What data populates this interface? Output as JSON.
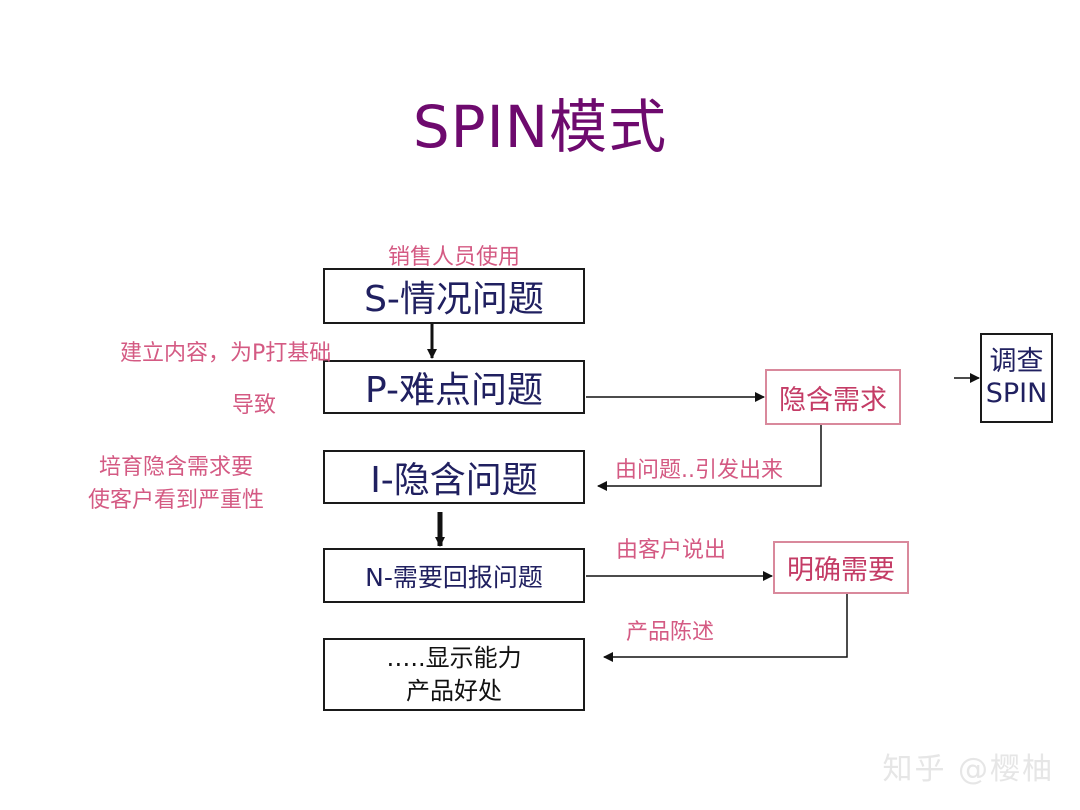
{
  "title": "SPIN模式",
  "boxes": {
    "s": "S-情况问题",
    "p": "P-难点问题",
    "i": "I-隐含问题",
    "n": "N-需要回报问题",
    "show_line1": "…..显示能力",
    "show_line2": "产品好处",
    "implied_need": "隐含需求",
    "explicit_need": "明确需要",
    "spin_line1": "调查",
    "spin_line2": "SPIN"
  },
  "notes": {
    "sales_use": "销售人员使用",
    "build": "建立内容，为P打基础",
    "lead": "导致",
    "cultivate_line1": "培育隐含需求要",
    "cultivate_line2": "使客户看到严重性",
    "raised": "由问题..引发出来",
    "customer_says": "由客户说出",
    "product_desc": "产品陈述"
  },
  "watermark": "知乎 @樱柚",
  "colors": {
    "title": "#6e0a6e",
    "note_text": "#d45a83",
    "pink_box_border": "#d9899c",
    "box_text": "#202060"
  }
}
